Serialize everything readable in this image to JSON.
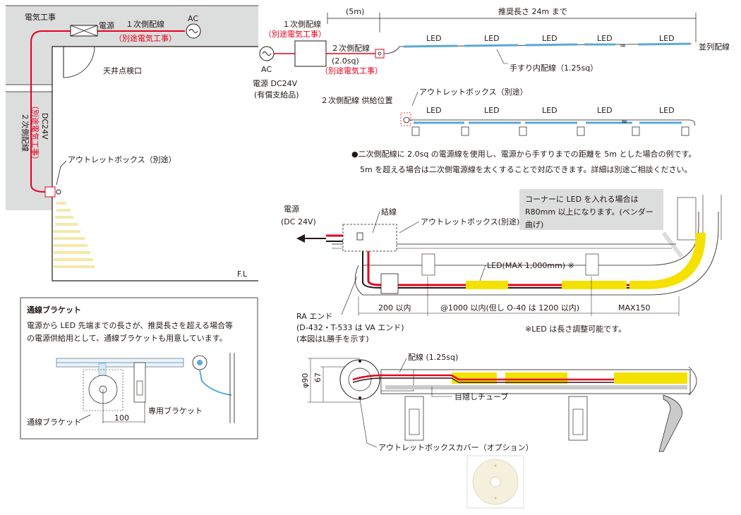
{
  "left_panel": {
    "denki_kouji": "電気工事",
    "dengen": "電源",
    "primary_wiring": "１次側配線",
    "separate_work": "（別途電気工事）",
    "ac": "AC",
    "ceiling_hatch": "天井点検口",
    "secondary_v1": "２次側配線",
    "secondary_v2": "（別途電気工事）",
    "secondary_v3": "DC24V",
    "outlet_box": "アウトレットボックス（別途）",
    "fl": "F.L"
  },
  "bracket_box": {
    "title": "通線ブラケット",
    "desc1": "電源から LED 先端までの長さが、推奨長さを超える場合等",
    "desc2": "の電源供給用として、通線ブラケットも用意しています。",
    "tsusen_label": "通線ブラケット",
    "senyou_label": "専用ブラケット",
    "dim_100": "100"
  },
  "top_right": {
    "dist_5m": "(5m)",
    "recommended": "推奨長さ 24m まで",
    "primary_wiring": "１次側配線",
    "separate_work": "（別途電気工事）",
    "secondary": "２次側配線",
    "sq": "(2.0sq)",
    "separate_work2": "（別途電気工事）",
    "ac": "AC",
    "psu": "電源 DC24V",
    "psu_note": "(有償支給品)",
    "led": "LED",
    "parallel": "並列配線",
    "handrail_wiring": "手すり内配線（1.25sq）",
    "supply_pos": "２次側配線 供給位置",
    "outlet_box": "アウトレットボックス（別途）",
    "note1": "●二次側配線に 2.0sq の電源線を使用し、電源から手すりまでの距離を 5m とした場合の例です。",
    "note2": "5m を超える場合は二次側電源線を太くすることで対応できます。詳細は別途ご相談ください。"
  },
  "mid_right": {
    "corner_note1": "コーナーに LED を入れる場合は",
    "corner_note2": "R80mm 以上になります。(ベンダー",
    "corner_note3": "曲げ)",
    "dengen": "電源",
    "dc24": "(DC 24V)",
    "kessen": "結線",
    "outlet_box": "アウトレットボックス(別途)",
    "led_max": "LED(MAX 1,000mm) ※",
    "ra_end1": "RA エンド",
    "ra_end2": "(D-432・T-533 は VA エンド)",
    "ra_end3": "(本図はL勝手を示す)",
    "dim1": "200 以内",
    "dim2": "@1000 以内(但し O-40 は 1200 以内)",
    "dim3": "MAX150",
    "adjust_note": "※LED は長さ調整可能です。"
  },
  "bottom_right": {
    "wiring": "配線 (1.25sq)",
    "phi90": "φ90",
    "dim67": "67",
    "tube": "目隠しチューブ",
    "cover": "アウトレットボックスカバー（オプション）"
  },
  "colors": {
    "red": "#e6001e",
    "led_yellow": "#f5e100",
    "led_blue": "#5ba8d8",
    "gray_wall": "#dcdddd"
  }
}
